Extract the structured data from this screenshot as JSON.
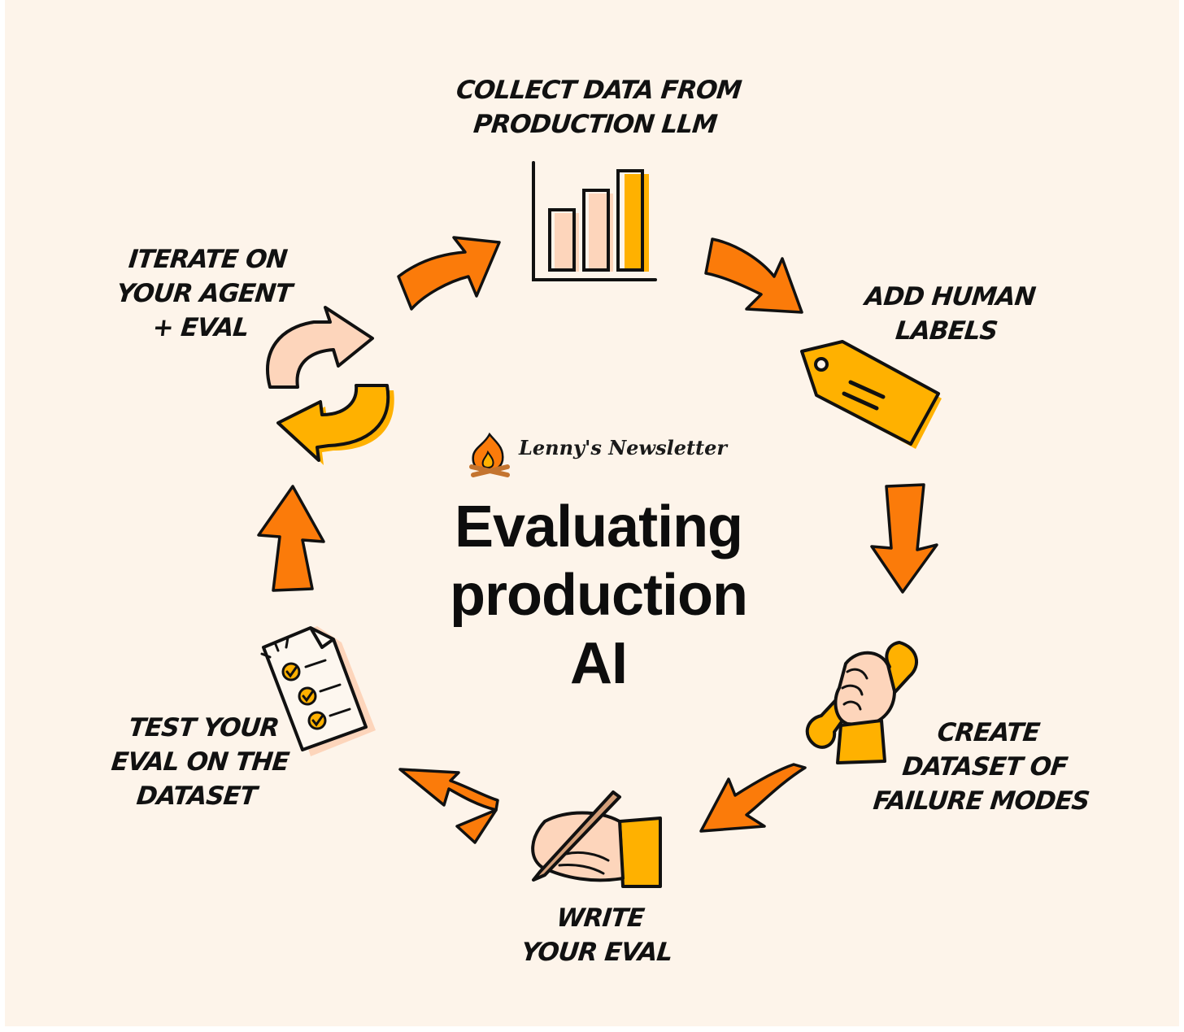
{
  "title": {
    "lines": [
      "Evaluating",
      "production",
      "AI"
    ]
  },
  "brand": {
    "name": "Lenny's Newsletter",
    "logo_icon": "campfire-logo-icon"
  },
  "steps": [
    {
      "id": "collect",
      "lines": [
        "COLLECT DATA FROM",
        "PRODUCTION LLM"
      ],
      "icon": "bar-chart-icon"
    },
    {
      "id": "labels",
      "lines": [
        "ADD HUMAN",
        "LABELS"
      ],
      "icon": "price-tag-icon"
    },
    {
      "id": "dataset",
      "lines": [
        "CREATE",
        "DATASET OF",
        "FAILURE MODES"
      ],
      "icon": "wrench-hand-icon"
    },
    {
      "id": "write",
      "lines": [
        "WRITE",
        "YOUR EVAL"
      ],
      "icon": "writing-hand-icon"
    },
    {
      "id": "test",
      "lines": [
        "TEST YOUR",
        "EVAL ON THE",
        "DATASET"
      ],
      "icon": "checklist-icon"
    },
    {
      "id": "iterate",
      "lines": [
        "ITERATE ON",
        "YOUR AGENT",
        "+ EVAL"
      ],
      "icon": "cycle-arrows-icon"
    }
  ],
  "colors": {
    "background": "#fdf4ea",
    "arrow": "#fb7b0a",
    "accent": "#ffb100",
    "peach": "#fdd5bb",
    "ink": "#111111"
  }
}
